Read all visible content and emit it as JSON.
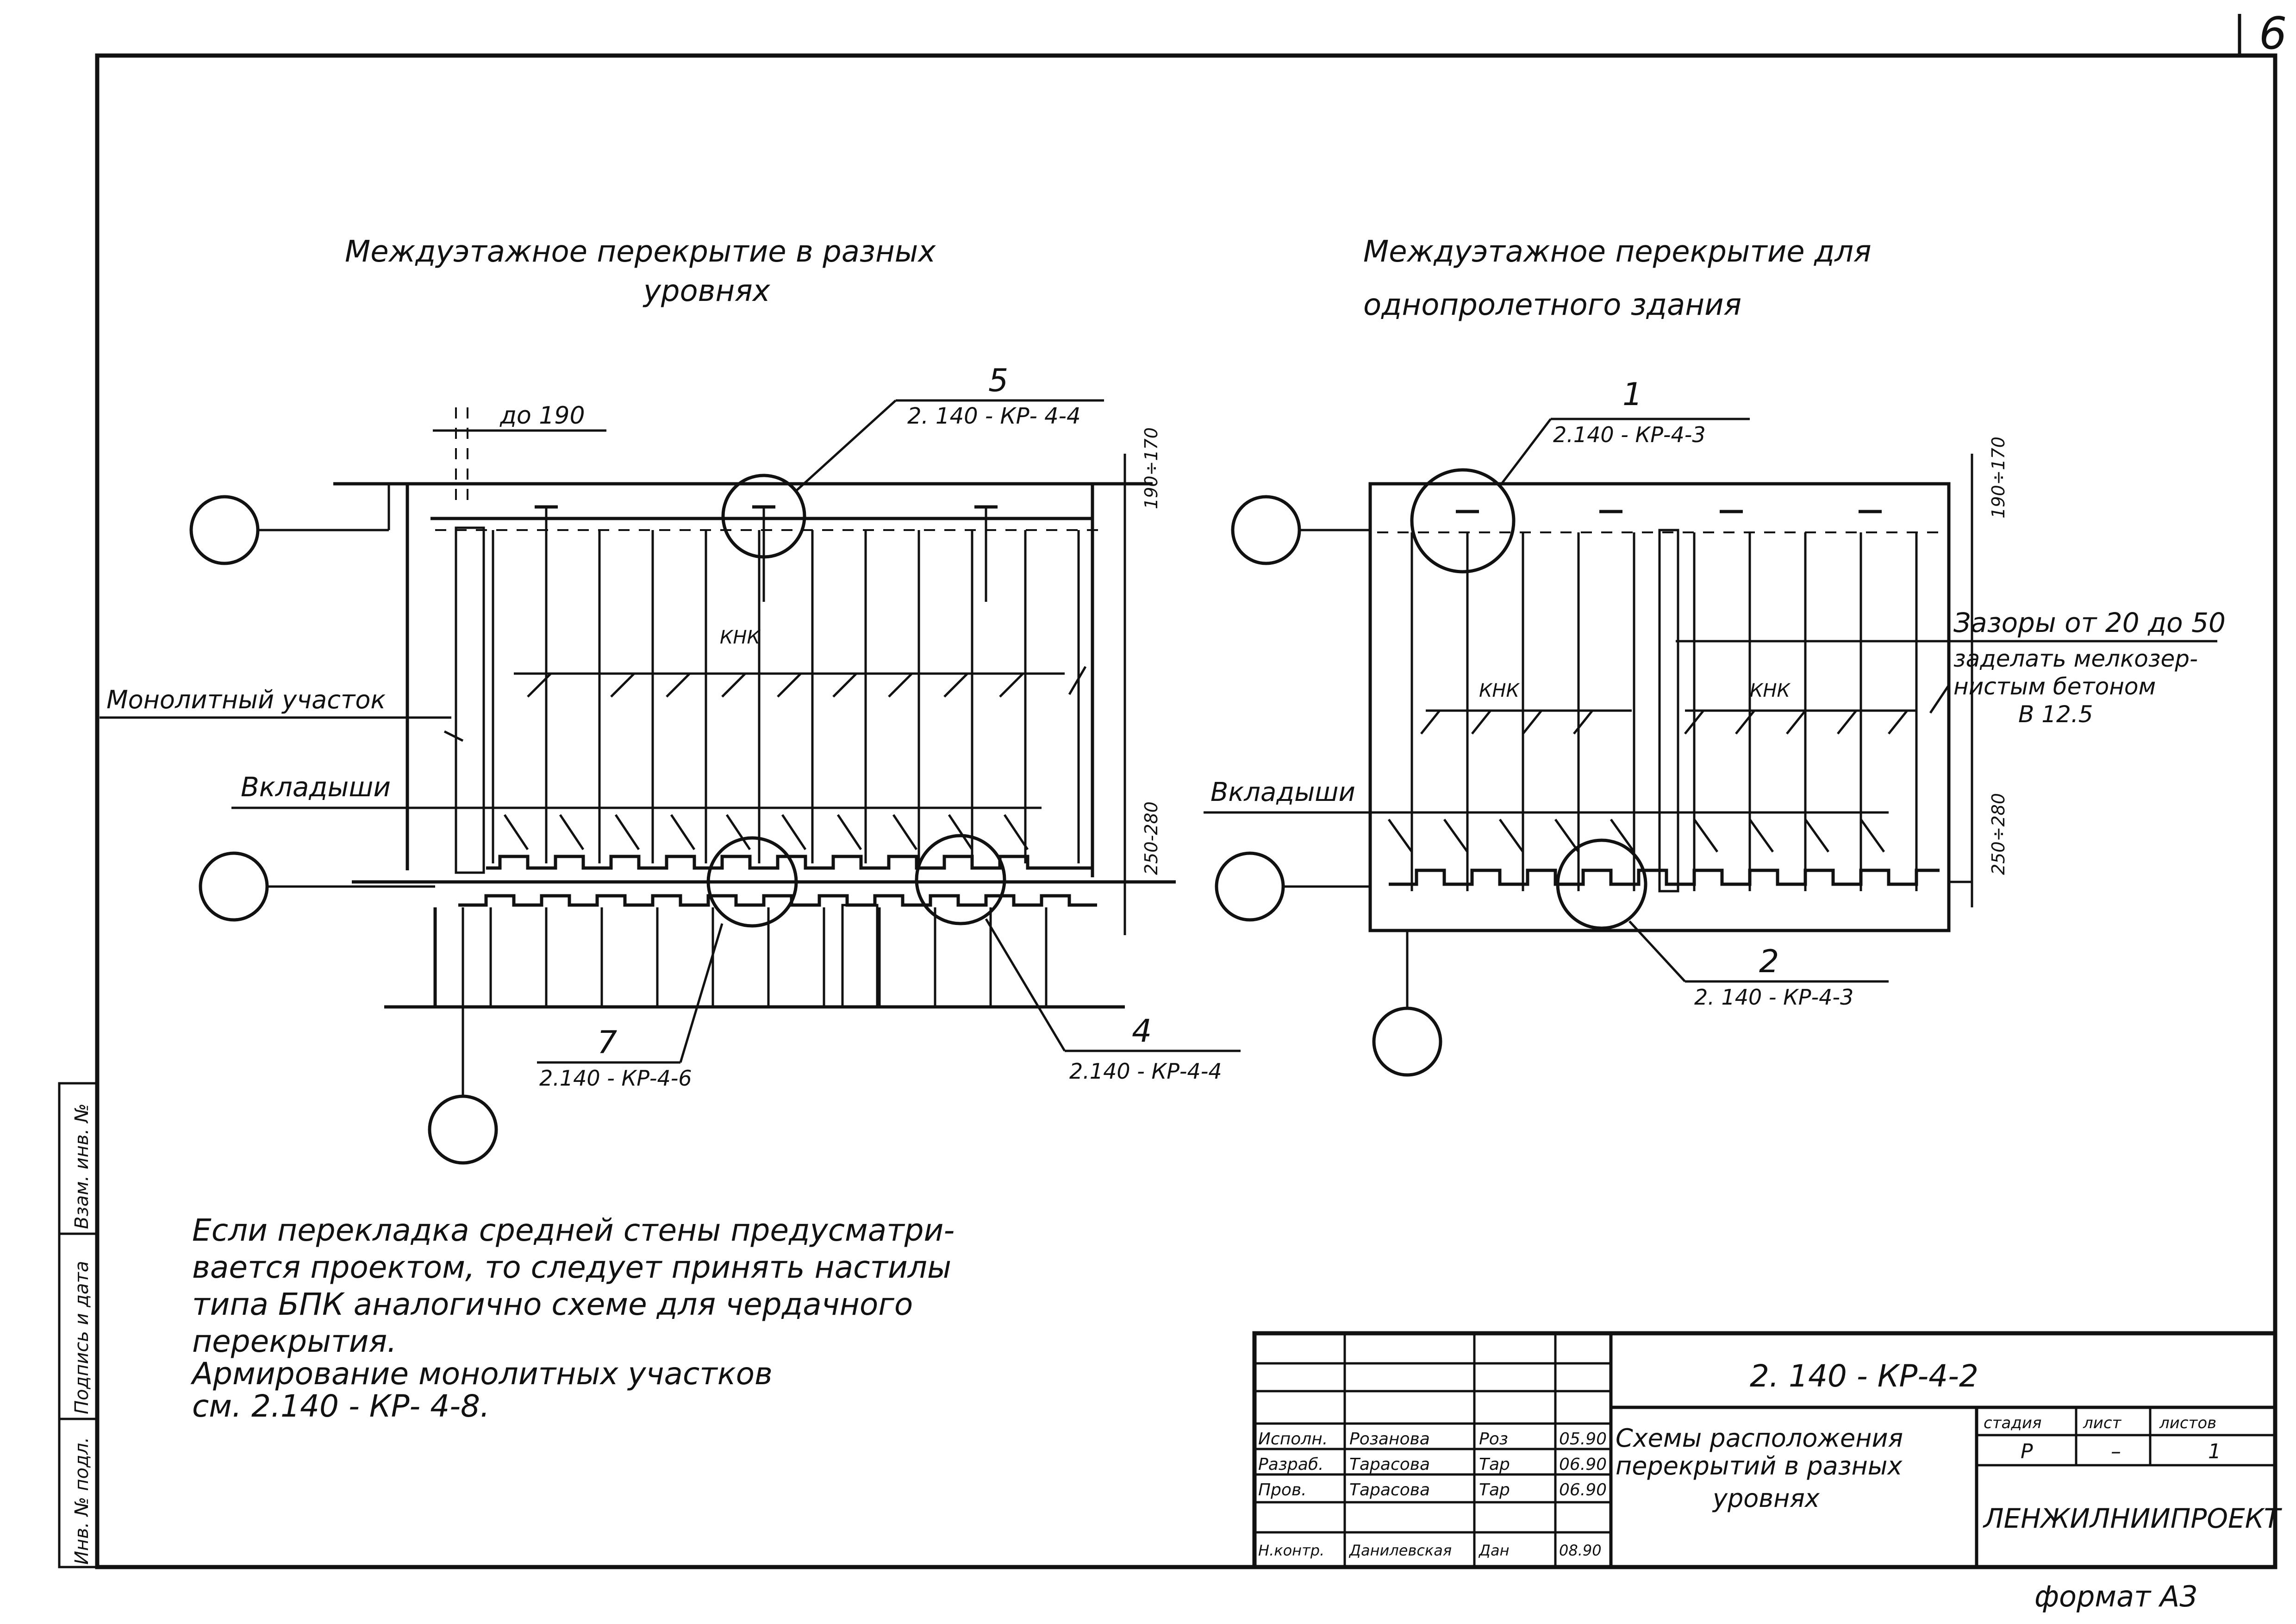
{
  "sheet": {
    "page_number": "6",
    "format_label": "формат А3"
  },
  "left_drawing": {
    "title_line1": "Междуэтажное перекрытие   в разных",
    "title_line2": "уровнях",
    "label_top_dim": "до 190",
    "callout_5_num": "5",
    "callout_5_ref": "2. 140 - КР- 4-4",
    "dim_right_top": "190÷170",
    "dim_right_bot": "250-280",
    "label_knk": "КНК",
    "label_monolith": "Монолитный участок",
    "label_inserts": "Вкладыши",
    "callout_7_num": "7",
    "callout_7_ref": "2.140 - КР-4-6",
    "callout_4_num": "4",
    "callout_4_ref": "2.140 - КР-4-4"
  },
  "right_drawing": {
    "title_line1": "Междуэтажное    перекрытие  для",
    "title_line2": "однопролетного   здания",
    "callout_1_num": "1",
    "callout_1_ref": "2.140 - КР-4-3",
    "dim_right_top": "190÷170",
    "dim_right_bot": "250÷280",
    "label_gaps_1": "Зазоры от 20 до 50",
    "label_gaps_2": "заделать мелкозер-",
    "label_gaps_3": "нистым бетоном",
    "label_gaps_4": "В 12.5",
    "label_knk_1": "КНК",
    "label_knk_2": "КНК",
    "label_inserts": "Вкладыши",
    "callout_2_num": "2",
    "callout_2_ref": "2. 140 - КР-4-3"
  },
  "notes": {
    "line1": "Если  перекладка    средней  стены  предусматри-",
    "line2": "вается  проектом,  то  следует принять  настилы",
    "line3": "типа   БПК    аналогично   схеме  для   чердачного",
    "line4": "перекрытия.",
    "line5": "Армирование    монолитных   участков",
    "line6": "см.  2.140 - КР- 4-8."
  },
  "side_stamp": {
    "col1": "Инв. № подл.",
    "col2": "Подпись и дата",
    "col3": "Взам. инв. №"
  },
  "title_block": {
    "doc_code": "2. 140 - КР-4-2",
    "title_line1": "Схемы расположения",
    "title_line2": "перекрытий   в разных",
    "title_line3": "уровнях",
    "hdr_stage": "стадия",
    "hdr_sheet": "лист",
    "hdr_sheets": "листов",
    "val_stage": "Р",
    "val_sheet": "–",
    "val_sheets": "1",
    "org": "ЛЕНЖИЛНИИПРОЕКТ",
    "rows": [
      {
        "role": "Исполн.",
        "name": "Розанова",
        "sign": "Роз",
        "date": "05.90"
      },
      {
        "role": "Разраб.",
        "name": "Тарасова",
        "sign": "Тар",
        "date": "06.90"
      },
      {
        "role": "Пров.",
        "name": "Тарасова",
        "sign": "Тар",
        "date": "06.90"
      },
      {
        "role": "Н.контр.",
        "name": "Данилевская",
        "sign": "Дан",
        "date": "08.90"
      }
    ]
  }
}
